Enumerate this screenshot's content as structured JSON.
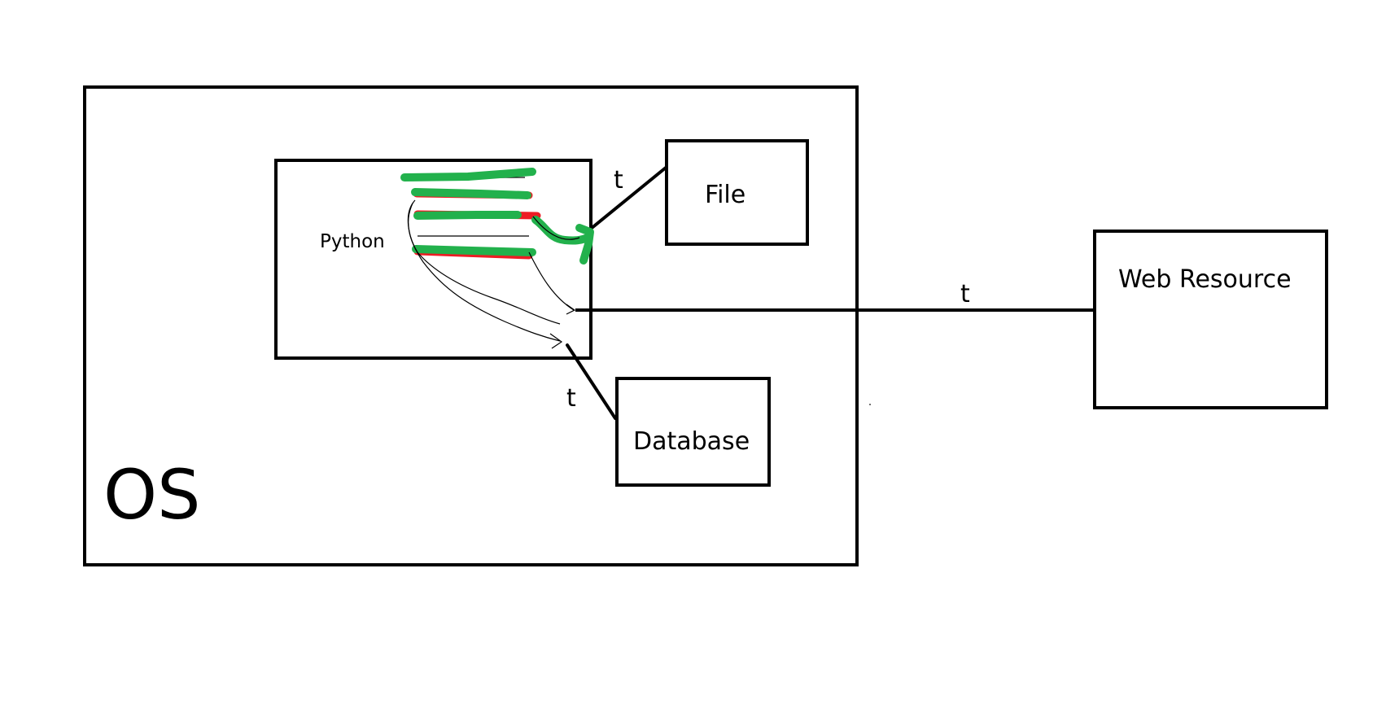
{
  "labels": {
    "os": "OS",
    "python": "Python",
    "file": "File",
    "database": "Database",
    "web_resource": "Web Resource",
    "t_file": "t",
    "t_web": "t",
    "t_database": "t"
  },
  "colors": {
    "stroke": "#000000",
    "highlight_green": "#22b14c",
    "highlight_red": "#ed1c24",
    "background": "#ffffff"
  }
}
